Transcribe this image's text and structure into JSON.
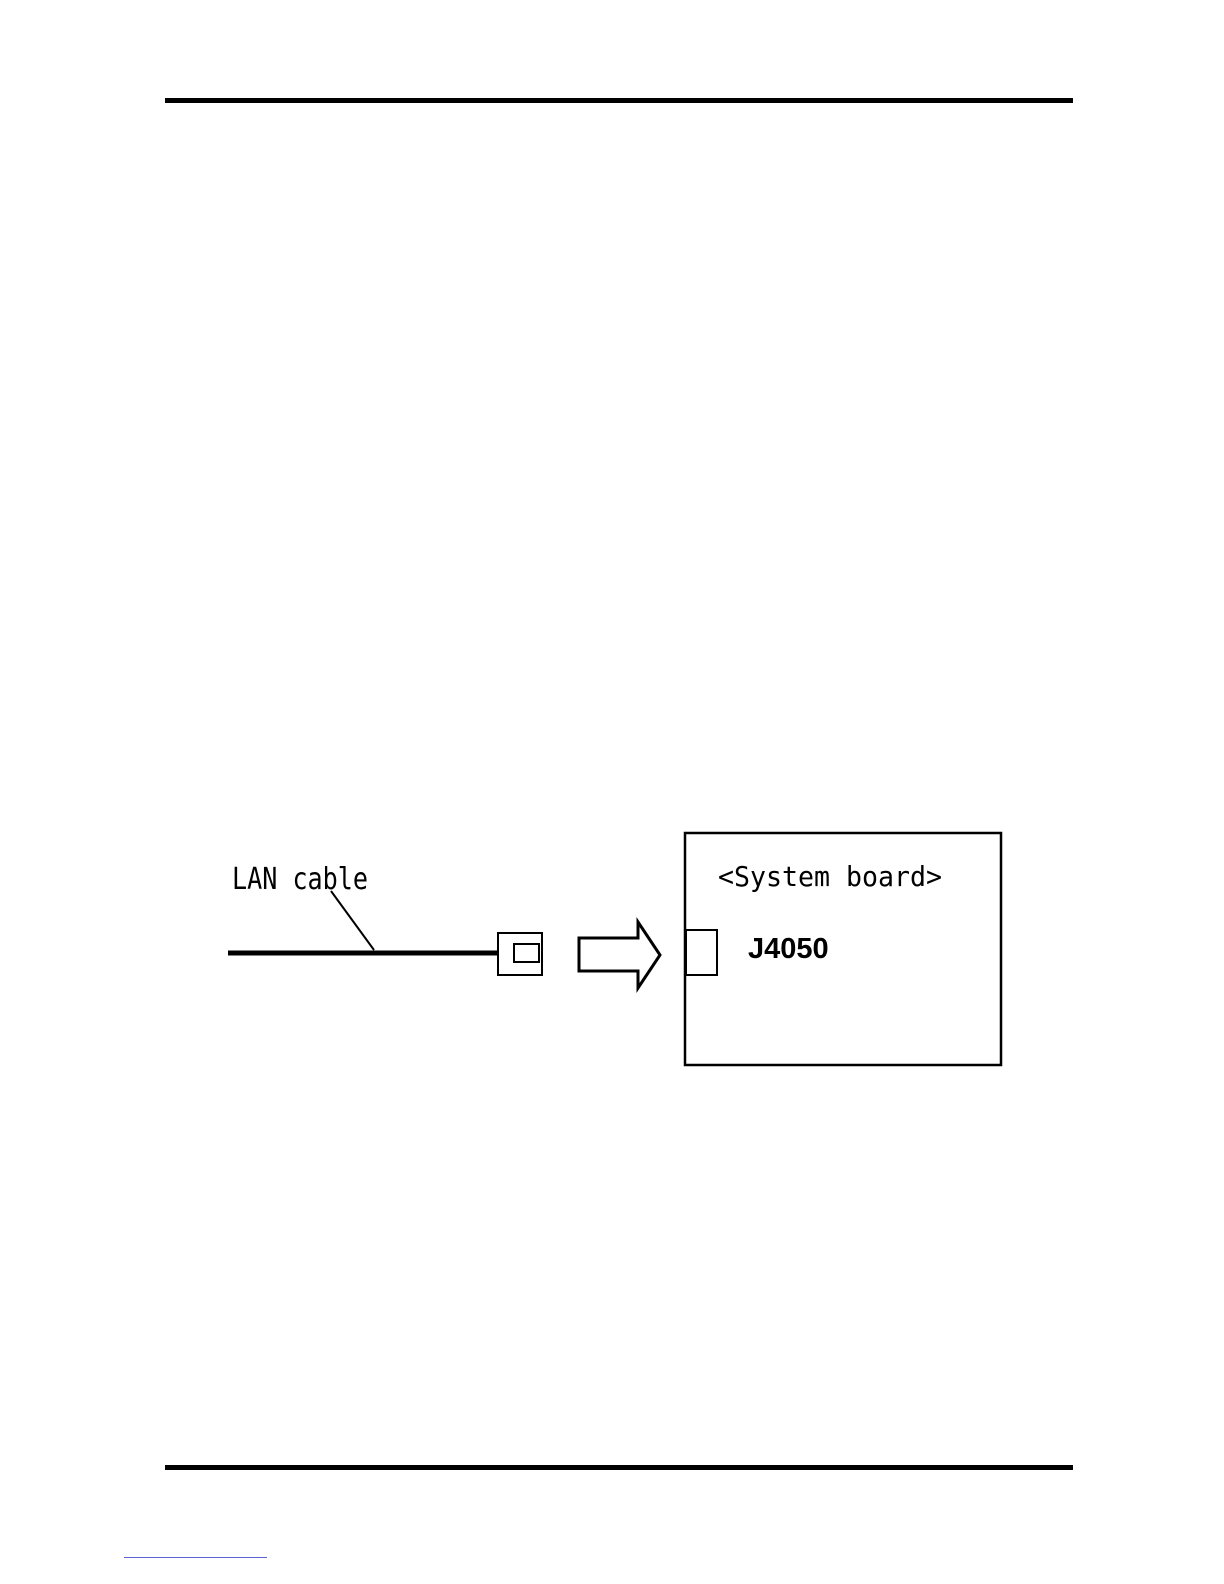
{
  "diagram": {
    "cable_label": "LAN cable",
    "board_label": "<System board>",
    "connector_label": "J4050"
  }
}
